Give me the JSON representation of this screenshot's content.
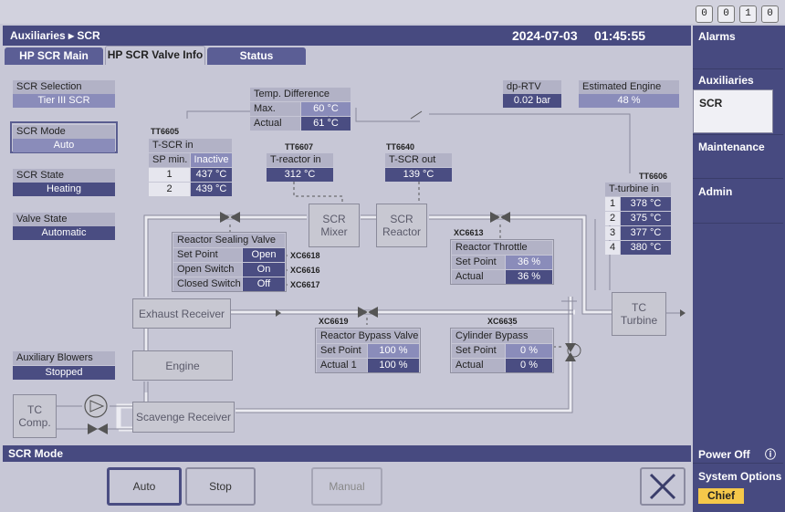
{
  "counters": [
    "0",
    "0",
    "1",
    "0"
  ],
  "header": {
    "breadcrumb": "Auxiliaries ▸ SCR",
    "date": "2024-07-03",
    "time": "01:45:55"
  },
  "tabs": [
    "HP SCR Main",
    "HP SCR Valve Info",
    "Status"
  ],
  "left": {
    "scr_selection_label": "SCR Selection",
    "scr_selection_value": "Tier III SCR",
    "scr_mode_label": "SCR Mode",
    "scr_mode_value": "Auto",
    "scr_state_label": "SCR State",
    "scr_state_value": "Heating",
    "valve_state_label": "Valve State",
    "valve_state_value": "Automatic",
    "aux_blowers_label": "Auxiliary Blowers",
    "aux_blowers_value": "Stopped"
  },
  "temp_diff": {
    "title": "Temp. Difference",
    "max_label": "Max.",
    "max_value": "60 °C",
    "actual_label": "Actual",
    "actual_value": "61 °C"
  },
  "dp_rtv": {
    "label": "dp-RTV",
    "value": "0.02 bar"
  },
  "engine_load": {
    "label": "Estimated Engine Load",
    "value": "48 %"
  },
  "tscr_in": {
    "tag": "TT6605",
    "title": "T-SCR in",
    "sp_label": "SP min.",
    "status": "Inactive",
    "rows": [
      {
        "n": "1",
        "v": "437 °C"
      },
      {
        "n": "2",
        "v": "439 °C"
      }
    ]
  },
  "treactor_in": {
    "tag": "TT6607",
    "title": "T-reactor in",
    "value": "312 °C"
  },
  "tscr_out": {
    "tag": "TT6640",
    "title": "T-SCR out",
    "value": "139 °C"
  },
  "tturbine_in": {
    "tag": "TT6606",
    "title": "T-turbine in",
    "rows": [
      {
        "n": "1",
        "v": "378 °C"
      },
      {
        "n": "2",
        "v": "375 °C"
      },
      {
        "n": "3",
        "v": "377 °C"
      },
      {
        "n": "4",
        "v": "380 °C"
      }
    ]
  },
  "blocks": {
    "scr_mixer": "SCR\nMixer",
    "scr_reactor": "SCR\nReactor",
    "tc_turbine": "TC\nTurbine",
    "exhaust_receiver": "Exhaust Receiver",
    "engine": "Engine",
    "tc_comp": "TC\nComp.",
    "scavenge_receiver": "Scavenge Receiver"
  },
  "sealing_valve": {
    "title": "Reactor Sealing Valve",
    "rows": [
      {
        "l": "Set Point",
        "v": "Open",
        "tag": "XC6618"
      },
      {
        "l": "Open Switch",
        "v": "On",
        "tag": "XC6616"
      },
      {
        "l": "Closed Switch",
        "v": "Off",
        "tag": "XC6617"
      }
    ]
  },
  "throttle_valve": {
    "tag": "XC6613",
    "title": "Reactor Throttle Valve",
    "sp_label": "Set Point",
    "sp_value": "36 %",
    "act_label": "Actual",
    "act_value": "36 %"
  },
  "bypass_valve": {
    "tag": "XC6619",
    "title": "Reactor Bypass Valve",
    "sp_label": "Set Point",
    "sp_value": "100 %",
    "act_label": "Actual 1",
    "act_value": "100 %"
  },
  "cyl_bypass_valve": {
    "tag": "XC6635",
    "title": "Cylinder Bypass Valve",
    "sp_label": "Set Point",
    "sp_value": "0 %",
    "act_label": "Actual",
    "act_value": "0 %"
  },
  "status_bar": "SCR Mode",
  "buttons": {
    "auto": "Auto",
    "stop": "Stop",
    "manual": "Manual"
  },
  "sidebar": {
    "alarms": "Alarms",
    "auxiliaries": "Auxiliaries",
    "scr": "SCR",
    "maintenance": "Maintenance",
    "admin": "Admin",
    "power_off": "Power Off",
    "system_options": "System Options",
    "user": "Chief"
  },
  "colors": {
    "header": "#474a80",
    "value_bg": "#4a4d82",
    "panel": "#c7c7d6",
    "user_badge": "#f5c84a"
  }
}
